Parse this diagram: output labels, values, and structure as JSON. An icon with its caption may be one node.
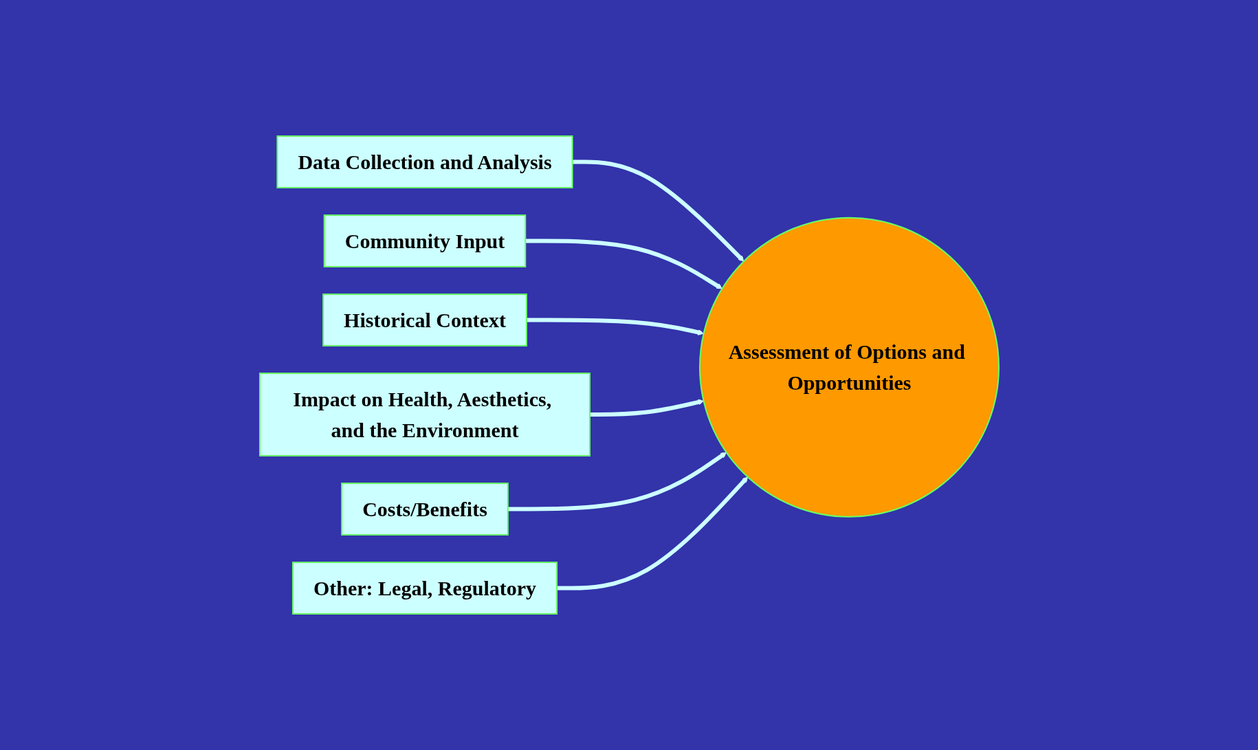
{
  "diagram": {
    "nodes": [
      {
        "text": [
          "Data Collection and Analysis"
        ]
      },
      {
        "text": [
          "Community Input"
        ]
      },
      {
        "text": [
          "Historical Context"
        ]
      },
      {
        "text": [
          "Assessment of Options and Opportunities"
        ]
      },
      {
        "text": [
          "Impact on Health, Aesthetics, and the Environment"
        ]
      },
      {
        "text": [
          "Costs/Benefits"
        ]
      },
      {
        "text": [
          "Other:  Legal, Regulatory"
        ]
      }
    ],
    "edges": [
      {
        "from": 0,
        "to": 3,
        "arrow": "to"
      },
      {
        "from": 1,
        "to": 3,
        "arrow": "to"
      },
      {
        "from": 2,
        "to": 3,
        "arrow": "to"
      },
      {
        "from": 4,
        "to": 3,
        "arrow": "to"
      },
      {
        "from": 5,
        "to": 3,
        "arrow": "to"
      },
      {
        "from": 6,
        "to": 3,
        "arrow": "to"
      }
    ]
  }
}
